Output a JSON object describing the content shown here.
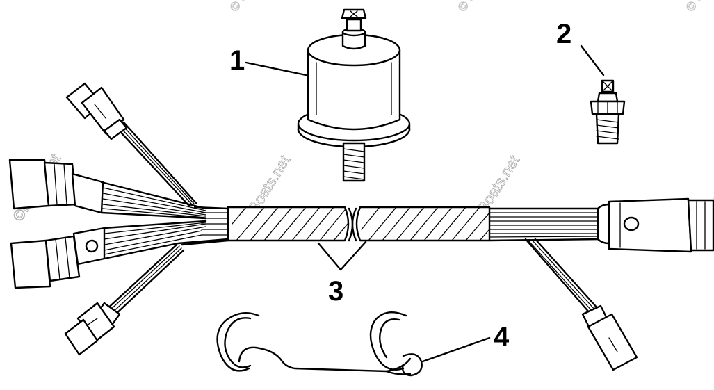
{
  "callouts": {
    "c1": "1",
    "c2": "2",
    "c3": "3",
    "c4": "4"
  },
  "watermark": {
    "text": "©Boats.net",
    "corner_text": "© Boats.net"
  },
  "colors": {
    "ink": "#000000",
    "paper": "#ffffff",
    "watermark": "#a9a9a9"
  }
}
